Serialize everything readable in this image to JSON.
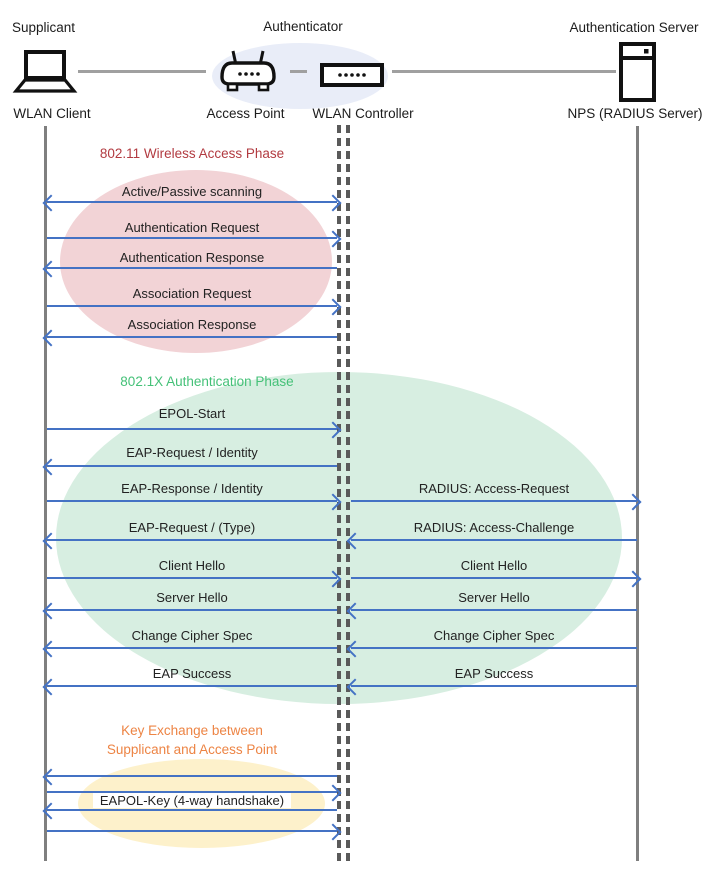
{
  "actors": {
    "supplicant": {
      "role": "Supplicant",
      "name": "WLAN Client",
      "icon": "laptop-icon"
    },
    "authenticator": {
      "role": "Authenticator",
      "ap_name": "Access Point",
      "controller_name": "WLAN Controller",
      "ap_icon": "access-point-icon",
      "controller_icon": "wlan-controller-icon"
    },
    "auth_server": {
      "role": "Authentication Server",
      "name": "NPS (RADIUS Server)",
      "icon": "server-icon"
    }
  },
  "phase1": {
    "title": "802.11 Wireless Access Phase"
  },
  "phase2": {
    "title": "802.1X Authentication Phase"
  },
  "phase3": {
    "title_line1": "Key Exchange between",
    "title_line2": "Supplicant and Access Point",
    "key_label": "EAPOL-Key (4-way handshake)"
  },
  "messages_left": [
    {
      "label": "Active/Passive scanning",
      "direction": "both"
    },
    {
      "label": "Authentication Request",
      "direction": "right"
    },
    {
      "label": "Authentication Response",
      "direction": "left"
    },
    {
      "label": "Association Request",
      "direction": "right"
    },
    {
      "label": "Association Response",
      "direction": "left"
    },
    {
      "label": "EPOL-Start",
      "direction": "right"
    },
    {
      "label": "EAP-Request / Identity",
      "direction": "left"
    },
    {
      "label": "EAP-Response / Identity",
      "direction": "right"
    },
    {
      "label": "EAP-Request / (Type)",
      "direction": "left"
    },
    {
      "label": "Client Hello",
      "direction": "right"
    },
    {
      "label": "Server Hello",
      "direction": "left"
    },
    {
      "label": "Change Cipher Spec",
      "direction": "left"
    },
    {
      "label": "EAP Success",
      "direction": "left"
    }
  ],
  "messages_right": [
    {
      "label": "RADIUS: Access-Request",
      "direction": "right"
    },
    {
      "label": "RADIUS: Access-Challenge",
      "direction": "left"
    },
    {
      "label": "Client Hello",
      "direction": "right"
    },
    {
      "label": "Server Hello",
      "direction": "left"
    },
    {
      "label": "Change Cipher Spec",
      "direction": "left"
    },
    {
      "label": "EAP Success",
      "direction": "left"
    }
  ],
  "colors": {
    "arrow_blue": "#4472c4",
    "lifeline_gray": "#7f7f7f",
    "dashed_gray": "#5a5a5a",
    "phase1_text": "#b23b41",
    "phase2_text": "#45c178",
    "phase3_text": "#ed8444",
    "ellipse_pink": "#f2d3d6",
    "ellipse_green": "#d7eee1",
    "ellipse_yellow": "#fdf1cb",
    "ellipse_blue": "#e9edf8"
  }
}
